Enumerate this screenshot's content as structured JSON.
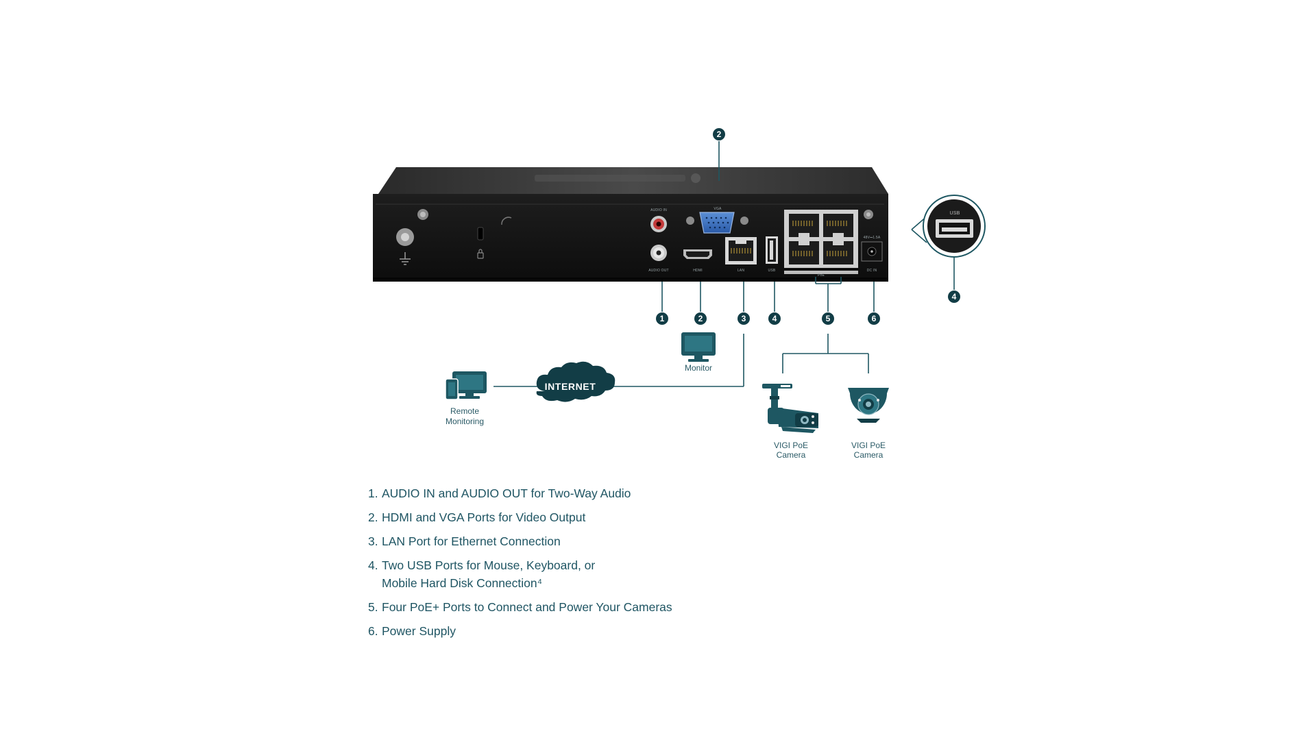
{
  "badges": {
    "audio": "1",
    "vga_top": "2",
    "hdmi": "2",
    "lan": "3",
    "usb_front": "4",
    "usb_zoom": "4",
    "poe": "5",
    "power": "6"
  },
  "device_labels": {
    "audio_in": "AUDIO IN",
    "audio_out": "AUDIO OUT",
    "vga": "VGA",
    "hdmi": "HDMI",
    "lan": "LAN",
    "usb": "USB",
    "poe": "PoE",
    "power_rating": "48V⎓1.5A",
    "dc_in": "DC IN",
    "usb_zoom": "USB"
  },
  "network": {
    "internet": "INTERNET",
    "monitor": "Monitor",
    "remote_line1": "Remote",
    "remote_line2": "Monitoring",
    "camera1_line1": "VIGI PoE",
    "camera1_line2": "Camera",
    "camera2_line1": "VIGI PoE",
    "camera2_line2": "Camera"
  },
  "features": [
    {
      "num": "1.",
      "text": "AUDIO IN and AUDIO OUT for Two-Way Audio"
    },
    {
      "num": "2.",
      "text": "HDMI and VGA Ports for Video Output"
    },
    {
      "num": "3.",
      "text": "LAN Port for Ethernet Connection"
    },
    {
      "num": "4.",
      "text": "Two USB Ports for Mouse, Keyboard, or",
      "cont": "Mobile Hard Disk Connection⁴"
    },
    {
      "num": "5.",
      "text": "Four PoE+ Ports to Connect and Power Your Cameras"
    },
    {
      "num": "6.",
      "text": "Power Supply"
    }
  ],
  "colors": {
    "accent": "#1e5762",
    "device": "#1a1a1a",
    "text": "#1f5563"
  }
}
